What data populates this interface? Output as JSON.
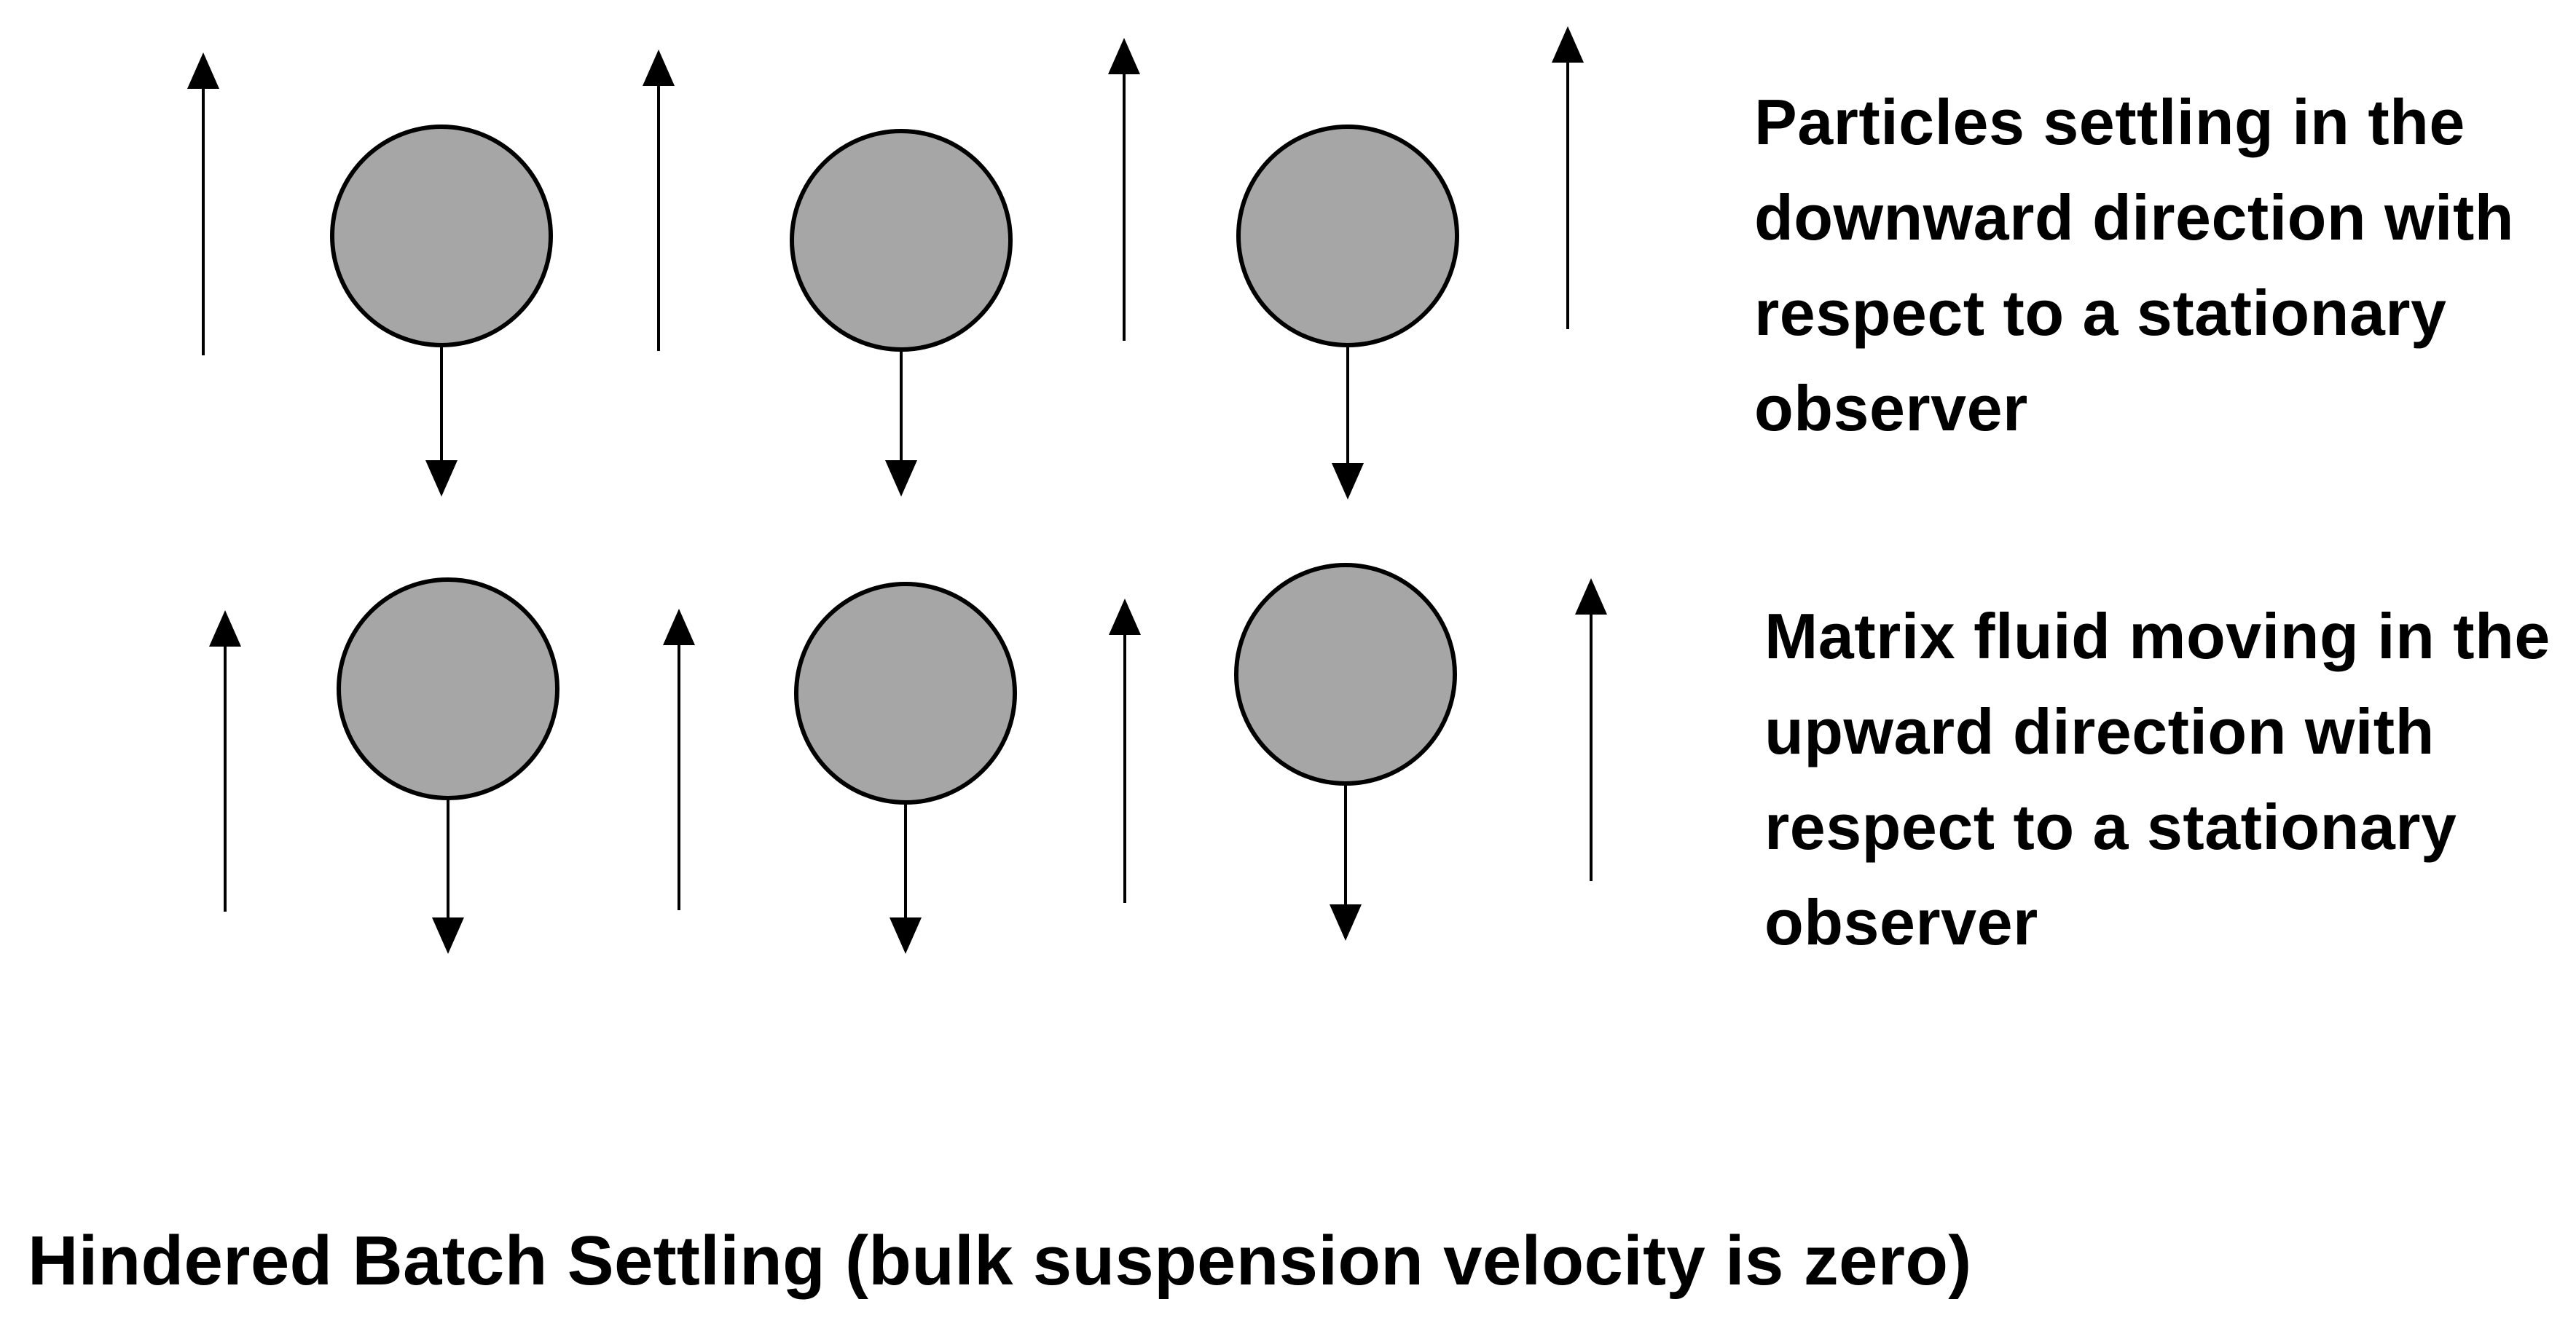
{
  "diagram": {
    "caption": "Hindered Batch Settling (bulk suspension velocity is zero)",
    "top_label_lines": [
      "Particles settling in the",
      "downward direction with",
      "respect to a stationary",
      "observer"
    ],
    "bottom_label_lines": [
      "Matrix fluid moving in the",
      "upward direction with",
      "respect to a stationary",
      "observer"
    ],
    "colors": {
      "particle_fill": "#a6a6a6",
      "outline": "#000000",
      "background": "#ffffff"
    }
  }
}
